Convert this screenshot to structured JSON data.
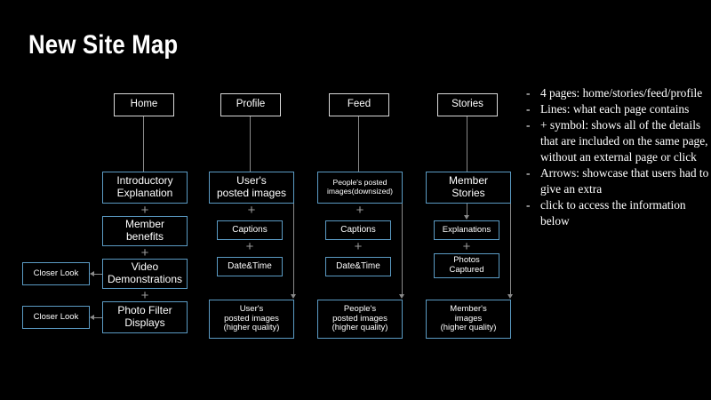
{
  "slide": {
    "title": "New Site Map",
    "background_color": "#000000",
    "box_border_color": "#5b9bc4",
    "top_box_border_color": "#d9d9d9",
    "connector_color": "#8a8a8a",
    "text_color": "#ffffff"
  },
  "columns": [
    {
      "id": "home",
      "header": "Home",
      "nodes": [
        "Introductory\nExplanation",
        "Member\nbenefits",
        "Video\nDemonstrations",
        "Photo Filter\nDisplays"
      ],
      "separators": [
        "+",
        "+",
        "+"
      ],
      "side_nodes": [
        "Closer Look",
        "Closer Look"
      ]
    },
    {
      "id": "profile",
      "header": "Profile",
      "nodes": [
        "User's\nposted images",
        "Captions",
        "Date&Time"
      ],
      "separators": [
        "+",
        "+"
      ],
      "bottom_node": "User's\nposted images\n(higher quality)"
    },
    {
      "id": "feed",
      "header": "Feed",
      "nodes": [
        "People's posted\nimages(downsized)",
        "Captions",
        "Date&Time"
      ],
      "separators": [
        "+",
        "+"
      ],
      "bottom_node": "People's\nposted images\n(higher quality)"
    },
    {
      "id": "stories",
      "header": "Stories",
      "nodes": [
        "Member\nStories",
        "Explanations",
        "Photos\nCaptured"
      ],
      "separators": [
        "+"
      ],
      "bottom_node": "Member's\nimages\n(higher quality)"
    }
  ],
  "notes": {
    "dash": "-",
    "items": [
      "4 pages: home/stories/feed/profile",
      "Lines: what each page contains",
      "+ symbol: shows all of the details that are included on the same page, without an external page or click",
      "Arrows: showcase that users had to give an extra",
      "click to access the information below"
    ]
  }
}
